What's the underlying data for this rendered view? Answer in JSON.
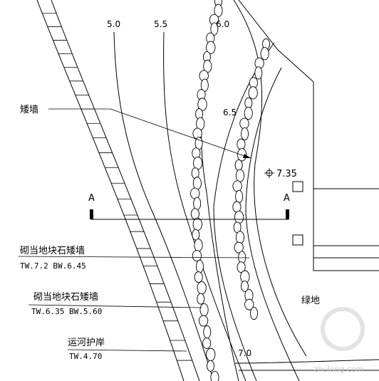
{
  "contours": {
    "c50": "5.0",
    "c55": "5.5",
    "c60": "6.0",
    "c65": "6.5",
    "c70": "7.0"
  },
  "labels": {
    "low_wall": "矮墙",
    "elevation": "7.35",
    "section_left": "A",
    "section_right": "A",
    "stone_wall_1": "砌当地块石矮墙",
    "stone_wall_1_spec": "TW.7.2 BW.6.45",
    "stone_wall_2": "砌当地块石矮墙",
    "stone_wall_2_spec": "TW.6.35 BW.5.60",
    "canal_bank": "运河护岸",
    "canal_bank_spec": "TW.4.70",
    "green_space": "绿地"
  },
  "watermark": {
    "text": "zhulong.com"
  }
}
